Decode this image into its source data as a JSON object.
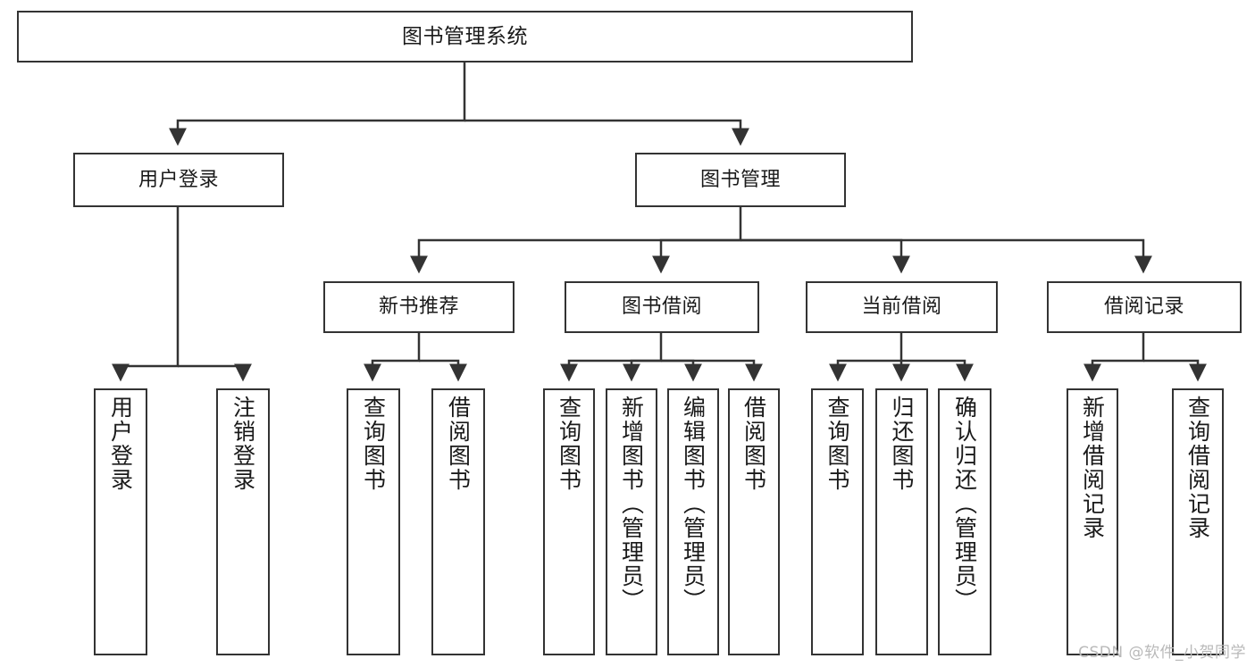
{
  "diagram": {
    "type": "tree-hierarchy",
    "title": "图书管理系统",
    "root": {
      "label": "图书管理系统"
    },
    "level2": [
      {
        "id": "user-login",
        "label": "用户登录"
      },
      {
        "id": "book-management",
        "label": "图书管理"
      }
    ],
    "level3": [
      {
        "id": "new-book-recommend",
        "label": "新书推荐",
        "parent": "book-management"
      },
      {
        "id": "book-borrow",
        "label": "图书借阅",
        "parent": "book-management"
      },
      {
        "id": "current-borrow",
        "label": "当前借阅",
        "parent": "book-management"
      },
      {
        "id": "borrow-record",
        "label": "借阅记录",
        "parent": "book-management"
      }
    ],
    "leaves": [
      {
        "id": "leaf-user-login",
        "label": "用户登录",
        "parent": "user-login"
      },
      {
        "id": "leaf-logout",
        "label": "注销登录",
        "parent": "user-login"
      },
      {
        "id": "leaf-query-book-1",
        "label": "查询图书",
        "parent": "new-book-recommend"
      },
      {
        "id": "leaf-borrow-book-1",
        "label": "借阅图书",
        "parent": "new-book-recommend"
      },
      {
        "id": "leaf-query-book-2",
        "label": "查询图书",
        "parent": "book-borrow"
      },
      {
        "id": "leaf-add-book",
        "label": "新增图书（管理员）",
        "parent": "book-borrow"
      },
      {
        "id": "leaf-edit-book",
        "label": "编辑图书（管理员）",
        "parent": "book-borrow"
      },
      {
        "id": "leaf-borrow-book-2",
        "label": "借阅图书",
        "parent": "book-borrow"
      },
      {
        "id": "leaf-query-book-3",
        "label": "查询图书",
        "parent": "current-borrow"
      },
      {
        "id": "leaf-return-book",
        "label": "归还图书",
        "parent": "current-borrow"
      },
      {
        "id": "leaf-confirm-return",
        "label": "确认归还（管理员）",
        "parent": "current-borrow"
      },
      {
        "id": "leaf-add-record",
        "label": "新增借阅记录",
        "parent": "borrow-record"
      },
      {
        "id": "leaf-query-record",
        "label": "查询借阅记录",
        "parent": "borrow-record"
      }
    ],
    "colors": {
      "box_border": "#333333",
      "box_fill": "#ffffff",
      "connector": "#333333",
      "text": "#1a1a1a",
      "watermark": "#b9b9b9"
    }
  },
  "watermark": {
    "text": "CSDN @软件_小贺同学"
  }
}
